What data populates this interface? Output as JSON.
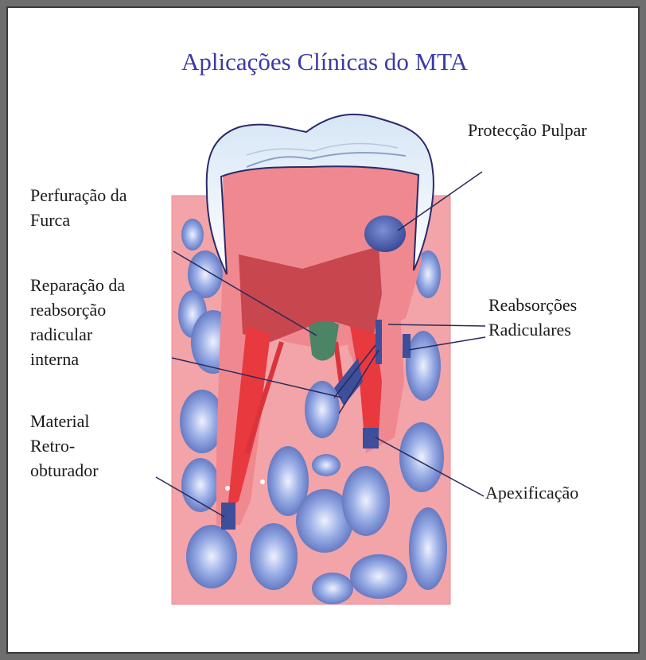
{
  "title": "Aplicações Clínicas do MTA",
  "labels": {
    "furca": [
      "Perfuração da",
      "Furca"
    ],
    "reparacao": [
      "Reparação da",
      "reabsorção",
      "radicular",
      "interna"
    ],
    "material": [
      "Material",
      "Retro-",
      "obturador"
    ],
    "proteccao": [
      "Protecção Pulpar"
    ],
    "reabsorcoes": [
      "Reabsorções",
      "Radiculares"
    ],
    "apexificacao": [
      "Apexificação"
    ]
  },
  "colors": {
    "title": "#3b3aa6",
    "gum": "#f2a4a8",
    "enamel": "#eef4fb",
    "dentin": "#f08890",
    "pulp": "#c8464e",
    "bone": "#6f86c8",
    "mta": "#3d4e9a",
    "furca_mta": "#4b8466"
  }
}
